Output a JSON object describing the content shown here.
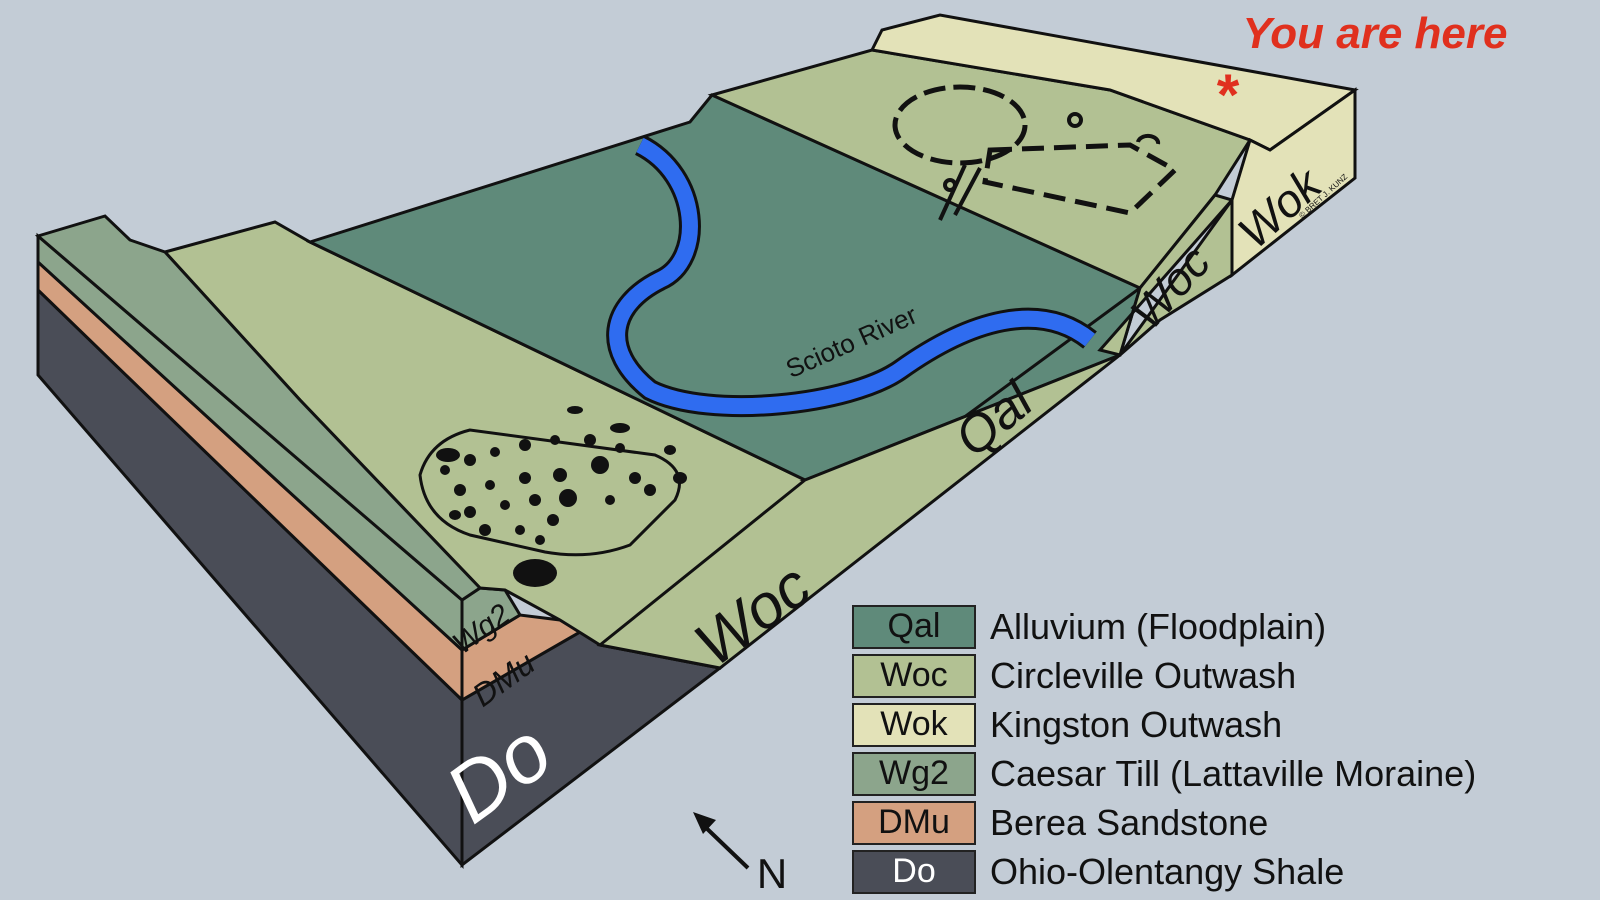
{
  "colors": {
    "background": "#c3ccd6",
    "Qal": "#5f8a7a",
    "Woc": "#b2c193",
    "Wok": "#e3e2b8",
    "Wg2": "#8ca58c",
    "DMu": "#d4a080",
    "Do": "#4a4d57",
    "river": "#2f6cf0",
    "marker": "#e0301e"
  },
  "annotation": {
    "text": "You are here",
    "marker": "*"
  },
  "river_label": "Scioto River",
  "north_label": "N",
  "credit": "© BRET J. KUNZ",
  "block_labels": {
    "woc_front": "Woc",
    "woc_back": "Woc",
    "wok": "Wok",
    "qal": "Qal",
    "wg2": "Wg2",
    "dmu": "DMu",
    "do": "Do"
  },
  "legend": [
    {
      "code": "Qal",
      "name": "Alluvium (Floodplain)",
      "color": "#5f8a7a"
    },
    {
      "code": "Woc",
      "name": "Circleville Outwash",
      "color": "#b2c193"
    },
    {
      "code": "Wok",
      "name": "Kingston Outwash",
      "color": "#e3e2b8"
    },
    {
      "code": "Wg2",
      "name": "Caesar Till (Lattaville Moraine)",
      "color": "#8ca58c"
    },
    {
      "code": "DMu",
      "name": "Berea Sandstone",
      "color": "#d4a080"
    },
    {
      "code": "Do",
      "name": "Ohio-Olentangy Shale",
      "color": "#4a4d57",
      "code_color": "#ffffff"
    }
  ]
}
